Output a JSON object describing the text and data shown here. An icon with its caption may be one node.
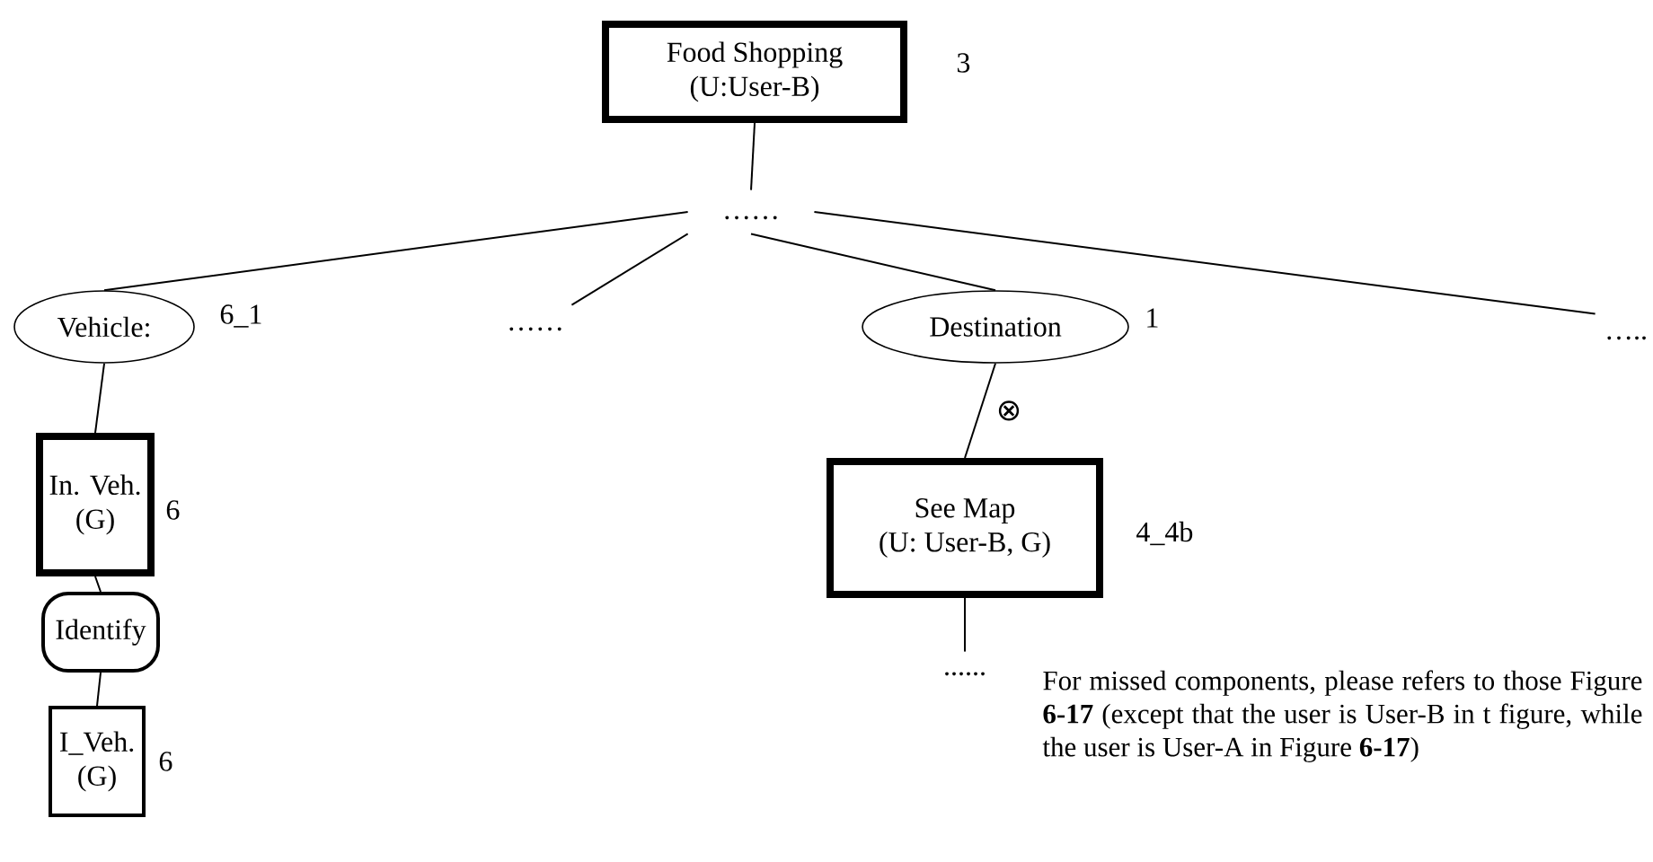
{
  "diagram": {
    "nodes": [
      {
        "text": [
          "Food Shopping",
          "(U:User-B)"
        ],
        "beside": [
          "3"
        ]
      },
      {
        "text": [
          "……"
        ]
      },
      {
        "text": [
          "Vehicle:"
        ],
        "beside": [
          "6_1"
        ]
      },
      {
        "text": [
          "……"
        ]
      },
      {
        "text": [
          "Destination"
        ],
        "beside": [
          "1"
        ]
      },
      {
        "text": [
          "….."
        ]
      },
      {
        "text": [
          "In. Veh.",
          "(G)"
        ],
        "beside": [
          "6"
        ]
      },
      {
        "text": [
          "Identify"
        ]
      },
      {
        "text": [
          "I_Veh.",
          "(G)"
        ],
        "beside": [
          "6"
        ]
      },
      {
        "text": [
          "See Map",
          "(U: User-B, G)"
        ],
        "beside": [
          "4_4b"
        ]
      },
      {
        "text": [
          "......"
        ]
      }
    ],
    "edges": [
      {
        "from": 0,
        "to": 1,
        "arrow": "none"
      },
      {
        "from": 1,
        "to": 2,
        "arrow": "none"
      },
      {
        "from": 1,
        "to": 3,
        "arrow": "none"
      },
      {
        "from": 1,
        "to": 4,
        "arrow": "none"
      },
      {
        "from": 1,
        "to": 5,
        "arrow": "none"
      },
      {
        "from": 2,
        "to": 6,
        "arrow": "none"
      },
      {
        "from": 6,
        "to": 7,
        "arrow": "none"
      },
      {
        "from": 7,
        "to": 8,
        "arrow": "none"
      },
      {
        "from": 4,
        "to": 9,
        "arrow": "none",
        "label": "⊗"
      },
      {
        "from": 9,
        "to": 10,
        "arrow": "none"
      }
    ],
    "labels": [
      "For missed components, please refers to those Figure **6-17** (except that the user is User-B in t figure, while the user is User-A in Figure **6-17**)"
    ]
  }
}
